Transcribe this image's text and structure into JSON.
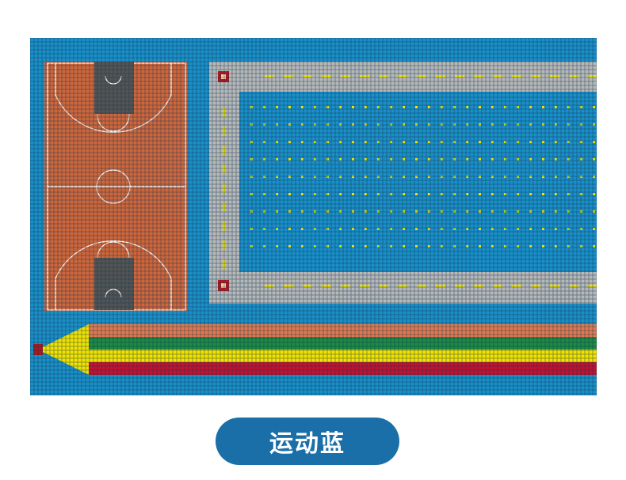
{
  "product_label": "运动蓝",
  "colors": {
    "field_blue": "#1a8fc8",
    "grid_line": "#0d3550",
    "court_orange": "#d0663a",
    "court_line": "#ffffff",
    "key_gray": "#545454",
    "track_gray": "#b8b8b8",
    "track_dash": "#f2e200",
    "dot_yellow": "#f2e200",
    "marker_red": "#b0181e",
    "stripe_orange": "#e27a4e",
    "stripe_green": "#1f8a42",
    "stripe_yellow": "#f2e200",
    "stripe_red": "#c8102e",
    "pill_bg": "#1a6fa8",
    "pill_text": "#ffffff"
  },
  "floor_elements": [
    {
      "name": "basketball-court",
      "color": "court_orange"
    },
    {
      "name": "running-track-loop",
      "color": "track_gray"
    },
    {
      "name": "dotted-field",
      "color": "field_blue"
    },
    {
      "name": "arrow-stripes",
      "stripes": [
        "stripe_orange",
        "stripe_green",
        "stripe_yellow",
        "stripe_red"
      ]
    }
  ]
}
